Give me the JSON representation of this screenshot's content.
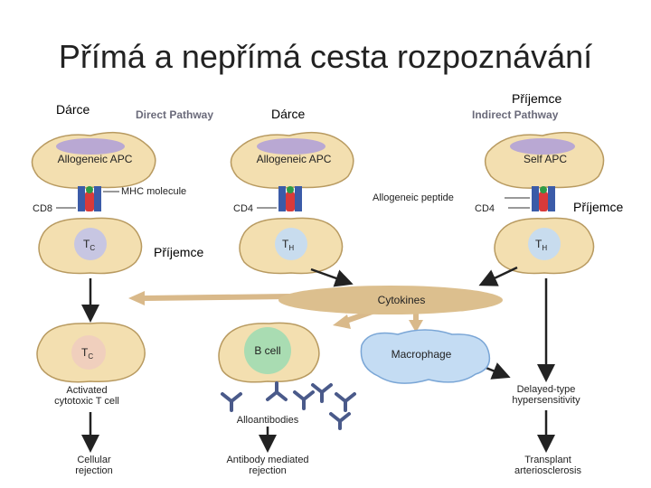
{
  "slide": {
    "title": "Přímá a nepřímá cesta rozpoznávání",
    "labels": {
      "donor_left": "Dárce",
      "donor_mid": "Dárce",
      "recipient_top": "Příjemce",
      "recipient_right": "Příjemce",
      "recipient_left": "Příjemce"
    }
  },
  "diagram": {
    "direct_pathway": "Direct Pathway",
    "indirect_pathway": "Indirect Pathway",
    "allo_apc_1": "Allogeneic APC",
    "allo_apc_2": "Allogeneic APC",
    "self_apc": "Self APC",
    "mhc_molecule": "MHC molecule",
    "cd8": "CD8",
    "cd4_mid": "CD4",
    "allo_peptide": "Allogeneic peptide",
    "cd4_right": "CD4",
    "tc_main": "T",
    "tc_sub": "C",
    "th_main": "T",
    "th_sub": "H",
    "th2_main": "T",
    "th2_sub": "H",
    "cytokines": "Cytokines",
    "tc2_main": "T",
    "tc2_sub": "C",
    "b_cell": "B cell",
    "macrophage": "Macrophage",
    "activated_1": "Activated",
    "activated_2": "cytotoxic T cell",
    "alloantibodies": "Alloantibodies",
    "dth_1": "Delayed-type",
    "dth_2": "hypersensitivity",
    "cellular_1": "Cellular",
    "cellular_2": "rejection",
    "antibody_1": "Antibody mediated",
    "antibody_2": "rejection",
    "transplant_1": "Transplant",
    "transplant_2": "arteriosclerosis"
  }
}
